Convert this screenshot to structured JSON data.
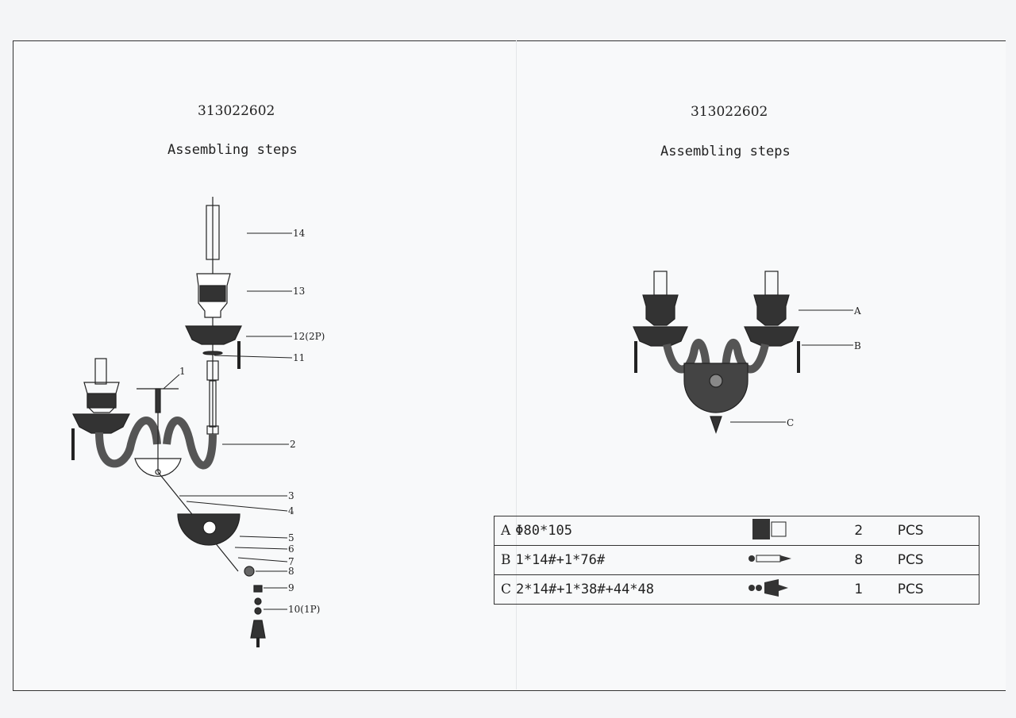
{
  "left_page": {
    "code": "313022602",
    "title": "Assembling steps",
    "callouts": [
      "14",
      "13",
      "12(2P)",
      "11",
      "1",
      "2",
      "3",
      "4",
      "5",
      "6",
      "7",
      "8",
      "9",
      "10(1P)"
    ]
  },
  "right_page": {
    "code": "313022602",
    "title": "Assembling steps",
    "callouts": [
      "A",
      "B",
      "C"
    ]
  },
  "parts_table": [
    {
      "letter": "A",
      "spec": "Φ80*105",
      "icon": "candle-cup-icon",
      "qty": "2",
      "unit": "PCS"
    },
    {
      "letter": "B",
      "spec": "1*14#+1*76#",
      "icon": "crystal-pendant-icon",
      "qty": "8",
      "unit": "PCS"
    },
    {
      "letter": "C",
      "spec": "2*14#+1*38#+44*48",
      "icon": "bell-pendant-icon",
      "qty": "1",
      "unit": "PCS"
    }
  ]
}
